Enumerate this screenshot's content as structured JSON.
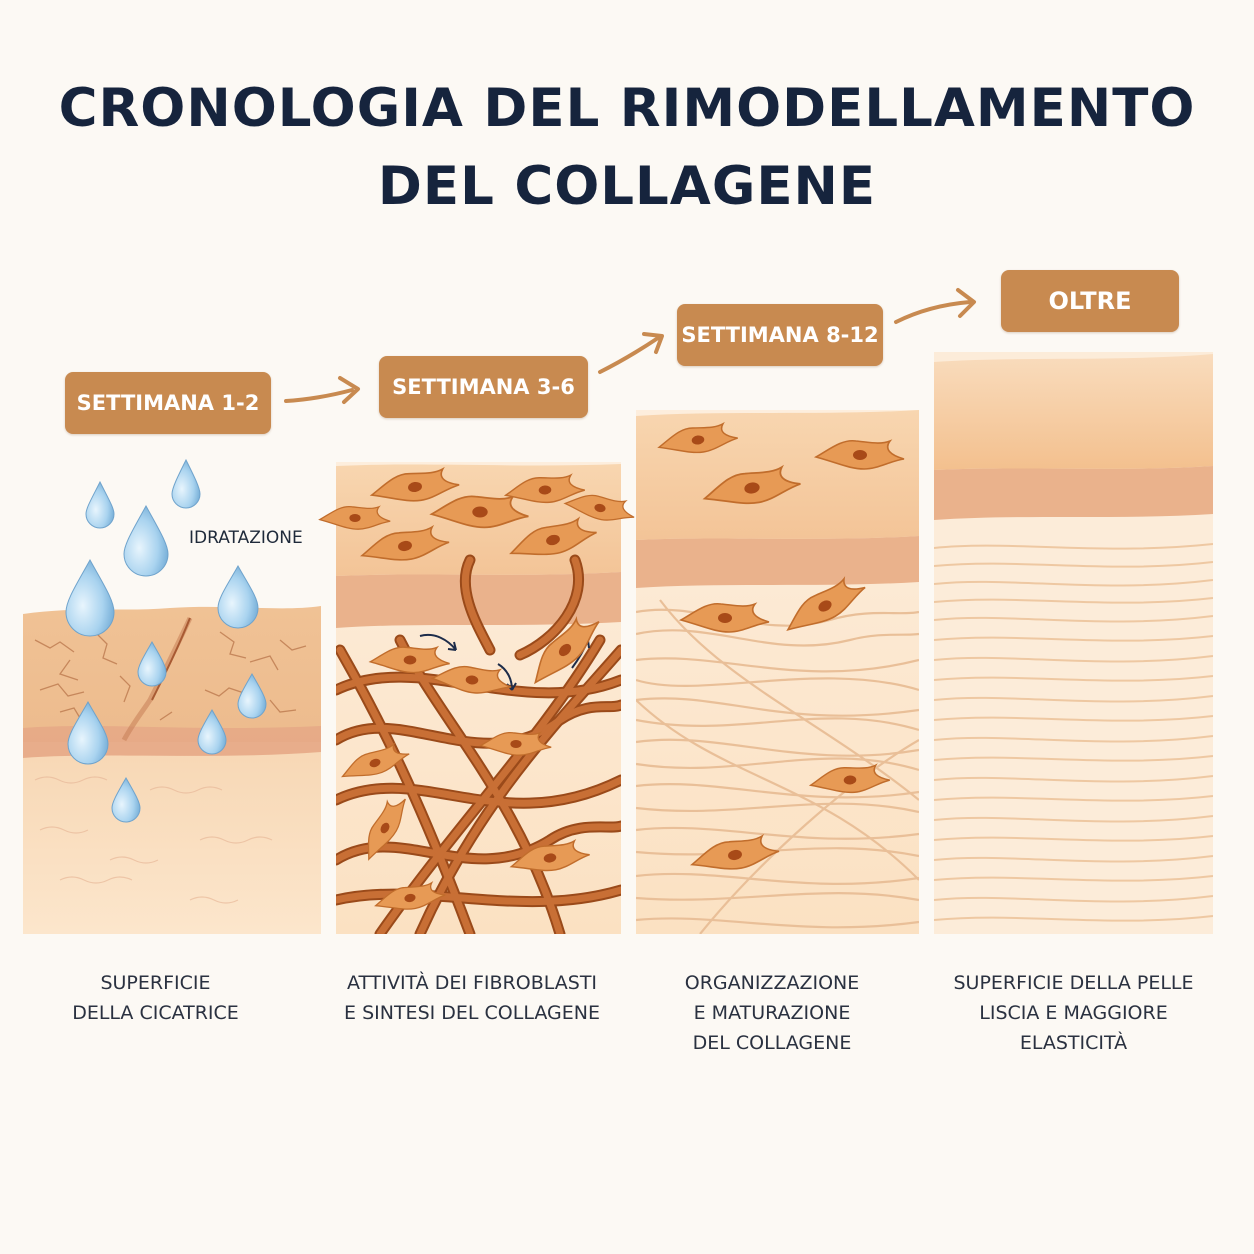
{
  "title": {
    "line1": "CRONOLOGIA DEL RIMODELLAMENTO",
    "line2": "DEL COLLAGENE"
  },
  "colors": {
    "badge": "#c88a50",
    "title": "#16243d",
    "skin_light": "#fbe3c6",
    "skin_mid": "#f2c79c",
    "band": "#e8b08c",
    "fibroblast": "#e79a55",
    "collagen_dark": "#b05a22",
    "collagen_light": "#efc79e",
    "water": "#a9d3ef"
  },
  "stages": [
    {
      "label": "SETTIMANA 1-2",
      "caption": [
        "SUPERFICIE",
        "DELLA CICATRICE"
      ],
      "annotation": "IDRATAZIONE"
    },
    {
      "label": "SETTIMANA 3-6",
      "caption": [
        "ATTIVITÀ DEI FIBROBLASTI",
        "E SINTESI DEL COLLAGENE"
      ]
    },
    {
      "label": "SETTIMANA 8-12",
      "caption": [
        "ORGANIZZAZIONE",
        "E MATURAZIONE",
        "DEL COLLAGENE"
      ]
    },
    {
      "label": "OLTRE",
      "caption": [
        "SUPERFICIE DELLA PELLE",
        "LISCIA E MAGGIORE",
        "ELASTICITÀ"
      ]
    }
  ],
  "icons": [
    "water-drop-icon",
    "fibroblast-cell-icon",
    "arrow-right-icon"
  ]
}
